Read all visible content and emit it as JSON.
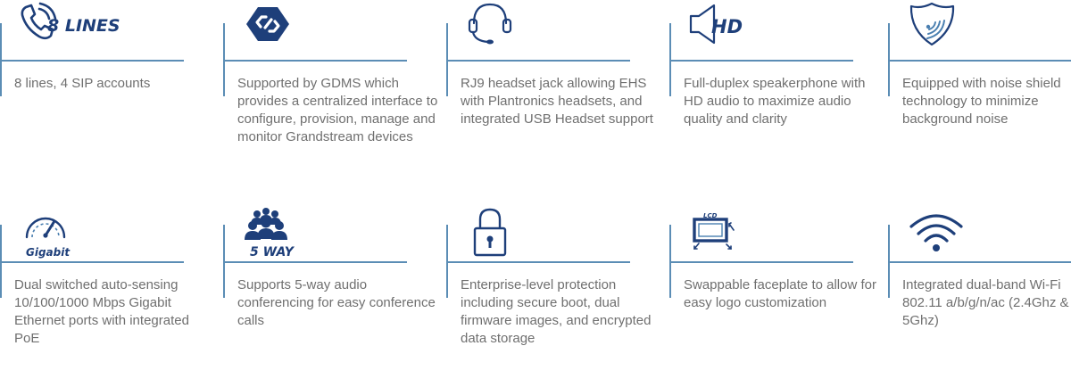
{
  "colors": {
    "icon_dark": "#1e3f7a",
    "icon_blue": "#4a7fb0",
    "divider": "#5b8db5",
    "text": "#6f6f6f"
  },
  "features": [
    {
      "icon": "phone-icon",
      "badge": "8 LINES",
      "text": "8 lines, 4 SIP accounts"
    },
    {
      "icon": "gdms-logo-icon",
      "badge": "",
      "text": "Supported by GDMS which provides a centralized interface to configure, provision, manage and monitor Grandstream devices"
    },
    {
      "icon": "headset-icon",
      "badge": "",
      "text": "RJ9 headset jack allowing EHS with Plantronics headsets, and integrated USB Headset support"
    },
    {
      "icon": "hd-speaker-icon",
      "badge": "HD",
      "text": "Full-duplex speakerphone with HD audio to maximize audio quality and clarity"
    },
    {
      "icon": "noise-shield-icon",
      "badge": "",
      "text": "Equipped with noise shield technology to minimize background noise"
    },
    {
      "icon": "gigabit-gauge-icon",
      "badge": "Gigabit",
      "text": "Dual switched auto-sensing 10/100/1000 Mbps Gigabit Ethernet ports with integrated PoE"
    },
    {
      "icon": "conference-people-icon",
      "badge": "5 WAY",
      "text": "Supports 5-way audio conferencing for easy conference calls"
    },
    {
      "icon": "padlock-icon",
      "badge": "",
      "text": "Enterprise-level protection including secure boot, dual firmware images, and encrypted data storage"
    },
    {
      "icon": "faceplate-lcd-icon",
      "badge": "LCD",
      "text": "Swappable faceplate to allow for easy logo customization"
    },
    {
      "icon": "wifi-icon",
      "badge": "",
      "text": "Integrated dual-band Wi-Fi 802.11 a/b/g/n/ac (2.4Ghz & 5Ghz)"
    }
  ]
}
